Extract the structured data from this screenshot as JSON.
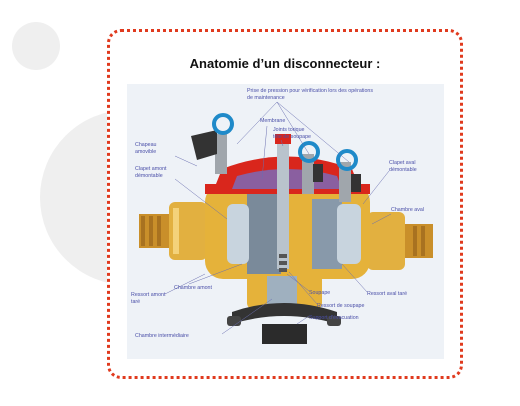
{
  "title": "Anatomie d’un disconnecteur :",
  "labels": {
    "prise_pression_1": "Prise de pression pour vérification lors des opérations",
    "prise_pression_2": "de maintenance",
    "membrane": "Membrane",
    "joints_1": "Joints torique",
    "joints_2": "tête de soupape",
    "chapeau_1": "Chapeau",
    "chapeau_2": "amovible",
    "clapet_amont_1": "Clapet amont",
    "clapet_amont_2": "démontable",
    "clapet_aval_1": "Clapet aval",
    "clapet_aval_2": "démontable",
    "chambre_aval": "Chambre aval",
    "ressort_amont_1": "Ressort amont",
    "ressort_amont_2": "taré",
    "chambre_amont": "Chambre amont",
    "soupape": "Soupape",
    "ressort_aval": "Ressort aval taré",
    "ressort_soupape": "Ressort de soupape",
    "support_evacuation": "Support d'évacuation",
    "chambre_intermediaire": "Chambre intermédiaire"
  },
  "colors": {
    "border": "#e03a1e",
    "brass": "#e5b23a",
    "section": "#d9261c",
    "label": "#4a4fa8"
  }
}
